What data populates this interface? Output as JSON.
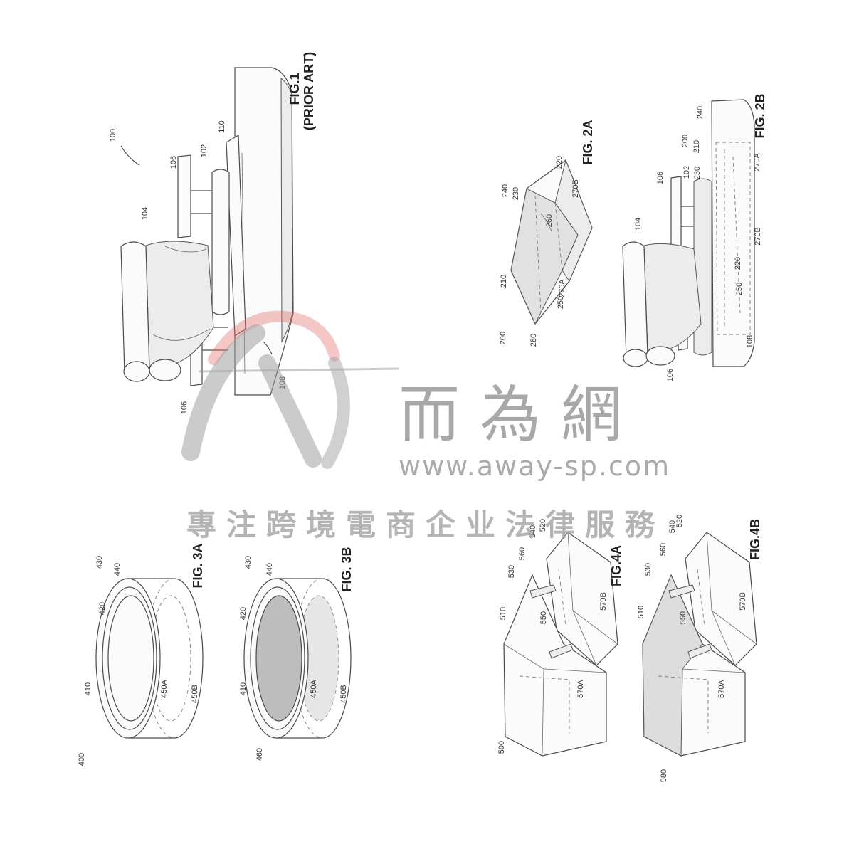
{
  "figures": [
    {
      "title": "FIG.1",
      "subtitle": "(PRIOR ART)",
      "labels": [
        "100",
        "106",
        "102",
        "110",
        "104",
        "106",
        "108"
      ]
    },
    {
      "title": "FIG. 2A",
      "labels": [
        "220",
        "240",
        "230",
        "270B",
        "260",
        "210",
        "270A",
        "250",
        "200",
        "280"
      ]
    },
    {
      "title": "FIG. 2B",
      "labels": [
        "240",
        "200",
        "210",
        "102",
        "230",
        "270A",
        "106",
        "104",
        "270B",
        "220",
        "250",
        "108",
        "106"
      ]
    },
    {
      "title": "FIG. 3A",
      "labels": [
        "430",
        "440",
        "420",
        "410",
        "450A",
        "450B",
        "400"
      ]
    },
    {
      "title": "FIG. 3B",
      "labels": [
        "430",
        "440",
        "420",
        "410",
        "450A",
        "450B",
        "460"
      ]
    },
    {
      "title": "FIG.4A",
      "labels": [
        "540",
        "520",
        "560",
        "530",
        "510",
        "550",
        "570B",
        "570A",
        "500"
      ]
    },
    {
      "title": "FIG.4B",
      "labels": [
        "540",
        "520",
        "560",
        "530",
        "510",
        "550",
        "570B",
        "570A",
        "580"
      ]
    }
  ],
  "watermark": {
    "brand": "而為網",
    "url": "www.away-sp.com",
    "slogan": "專注跨境電商企业法律服務",
    "colors": {
      "grey": "#9a9a9a",
      "red": "#e46a6a"
    }
  }
}
